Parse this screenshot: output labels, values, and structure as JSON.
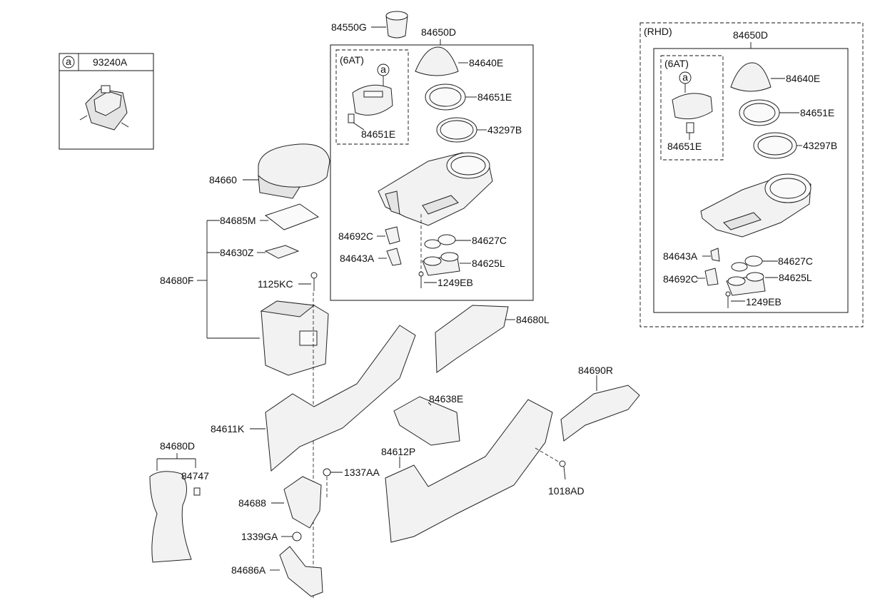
{
  "diagram": {
    "ref_key": "a",
    "ref_part": "93240A",
    "lhd_assembly": "84650D",
    "rhd_tag": "(RHD)",
    "rhd_assembly": "84650D",
    "trans_tag": "(6AT)",
    "parts": {
      "p84550G": "84550G",
      "p84640E": "84640E",
      "p84651E_a": "84651E",
      "p84651E_b": "84651E",
      "p43297B": "43297B",
      "p84692C": "84692C",
      "p84627C": "84627C",
      "p84643A": "84643A",
      "p84625L": "84625L",
      "p1249EB": "1249EB",
      "r84640E": "84640E",
      "r84651E_a": "84651E",
      "r84651E_b": "84651E",
      "r43297B": "43297B",
      "r84643A": "84643A",
      "r84627C": "84627C",
      "r84692C": "84692C",
      "r84625L": "84625L",
      "r1249EB": "1249EB",
      "p84660": "84660",
      "p84685M": "84685M",
      "p84630Z": "84630Z",
      "p84680F": "84680F",
      "p1125KC": "1125KC",
      "p84680L": "84680L",
      "p84690R": "84690R",
      "p84638E": "84638E",
      "p84611K": "84611K",
      "p84612P": "84612P",
      "p84680D": "84680D",
      "p84747": "84747",
      "p1337AA": "1337AA",
      "p84688": "84688",
      "p1018AD": "1018AD",
      "p1339GA": "1339GA",
      "p84686A": "84686A"
    }
  }
}
